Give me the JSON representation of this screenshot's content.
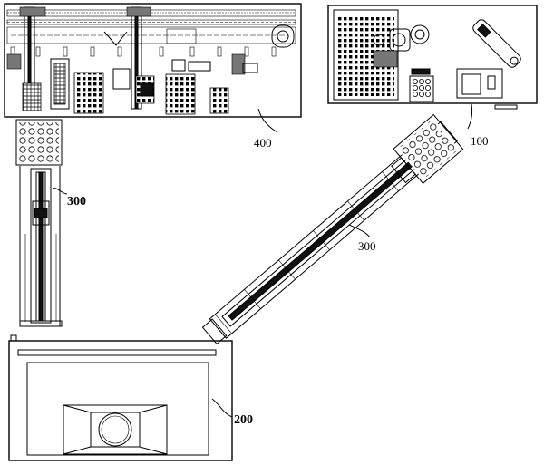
{
  "figure": {
    "labels": {
      "station_100": "100",
      "station_200": "200",
      "conveyor_left": "300",
      "conveyor_right": "300",
      "station_400": "400"
    }
  }
}
